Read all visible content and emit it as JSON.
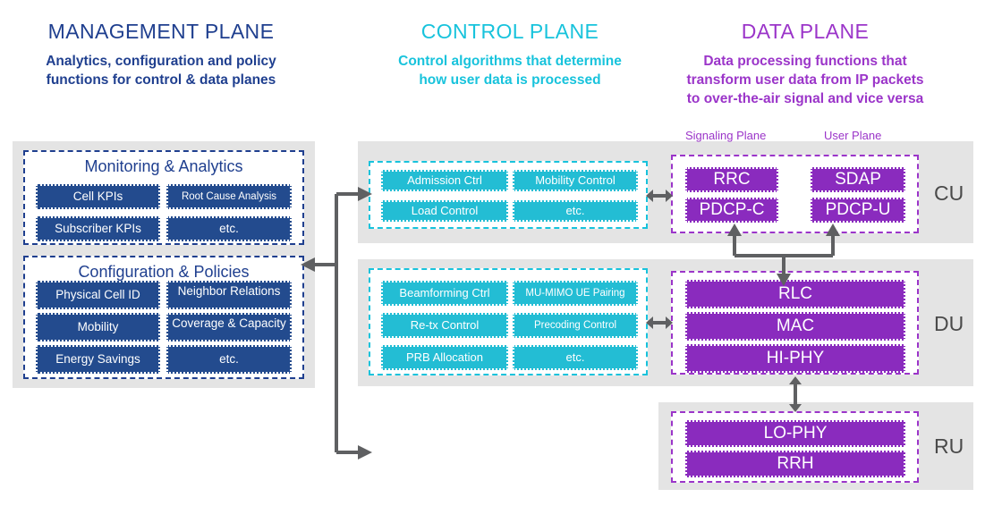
{
  "colors": {
    "management": "#1F3F8F",
    "management_cell": "#234B8E",
    "control": "#18C3DC",
    "control_cell": "#23BDD4",
    "data": "#9B35C9",
    "data_cell": "#8A2BBE",
    "panel_gray": "#E4E4E4",
    "arrow_gray": "#5F6062"
  },
  "columns": {
    "management": {
      "title": "MANAGEMENT PLANE",
      "subtitle_line1": "Analytics, configuration and policy",
      "subtitle_line2": "functions for control & data planes"
    },
    "control": {
      "title": "CONTROL PLANE",
      "subtitle_line1": "Control algorithms that determine",
      "subtitle_line2": "how user data is processed"
    },
    "data": {
      "title": "DATA PLANE",
      "subtitle_line1": "Data processing functions that",
      "subtitle_line2": "transform user data from IP packets",
      "subtitle_line3": "to over-the-air signal and vice versa"
    }
  },
  "management_plane": {
    "groups": [
      {
        "title": "Monitoring & Analytics",
        "cells": [
          "Cell KPIs",
          "Root Cause Analysis",
          "Subscriber KPIs",
          "etc."
        ]
      },
      {
        "title": "Configuration & Policies",
        "cells": [
          "Physical Cell ID",
          "Neighbor Relations",
          "Mobility",
          "Coverage & Capacity",
          "Energy Savings",
          "etc."
        ]
      }
    ]
  },
  "control_plane": {
    "groups": [
      {
        "cells": [
          "Admission Ctrl",
          "Mobility Control",
          "Load Control",
          "etc."
        ]
      },
      {
        "cells": [
          "Beamforming Ctrl",
          "MU-MIMO UE Pairing",
          "Re-tx Control",
          "Precoding Control",
          "PRB Allocation",
          "etc."
        ]
      }
    ]
  },
  "data_plane": {
    "mini_labels": {
      "signaling": "Signaling Plane",
      "user": "User Plane"
    },
    "sections": [
      {
        "label": "CU",
        "signaling_cells": [
          "RRC",
          "PDCP-C"
        ],
        "user_cells": [
          "SDAP",
          "PDCP-U"
        ]
      },
      {
        "label": "DU",
        "cells": [
          "RLC",
          "MAC",
          "HI-PHY"
        ]
      },
      {
        "label": "RU",
        "cells": [
          "LO-PHY",
          "RRH"
        ]
      }
    ]
  },
  "connectors": {
    "mgmt_to_control_top": "arrow-right",
    "mgmt_to_control_middle": "arrow-left",
    "mgmt_to_control_bottom": "arrow-right",
    "control_cu_link": "arrow-double-horizontal",
    "control_du_link": "arrow-double-horizontal",
    "cu_du_link": "arrow-branch-vertical",
    "du_ru_link": "arrow-double-vertical"
  }
}
